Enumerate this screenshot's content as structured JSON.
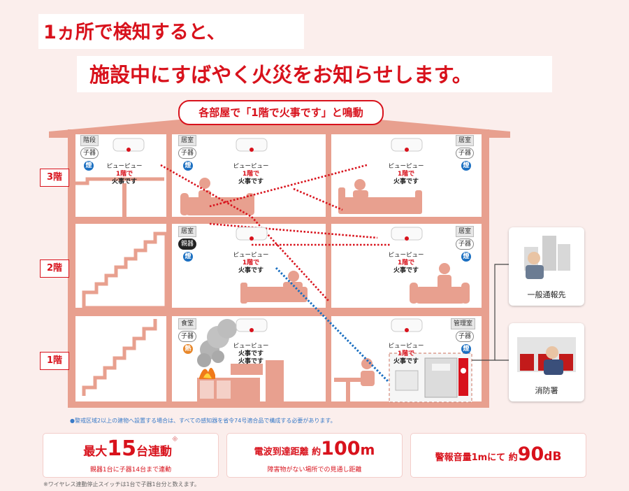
{
  "headline": {
    "line1": "1ヵ所で検知すると、",
    "line2": "施設中にすばやく火災をお知らせします。"
  },
  "banner": "各部屋で「1階で火事です」と鳴動",
  "floors": [
    "3階",
    "2階",
    "1階"
  ],
  "rooms": [
    {
      "name": "階段",
      "role": "子器",
      "sensor": "煙",
      "sensor_color": "#1a6fc1",
      "sound": "ピューピュー",
      "msg_red": "1階で",
      "msg_rest": "火事です"
    },
    {
      "name": "居室",
      "role": "子器",
      "sensor": "煙",
      "sensor_color": "#1a6fc1",
      "sound": "ピューピュー",
      "msg_red": "1階で",
      "msg_rest": "火事です"
    },
    {
      "name": "居室",
      "role": "子器",
      "sensor": "煙",
      "sensor_color": "#1a6fc1",
      "sound": "ピューピュー",
      "msg_red": "1階で",
      "msg_rest": "火事です"
    },
    {
      "name": "居室",
      "role": "親器",
      "sensor": "煙",
      "sensor_color": "#1a6fc1",
      "sound": "ピューピュー",
      "msg_red": "1階で",
      "msg_rest": "火事です"
    },
    {
      "name": "居室",
      "role": "子器",
      "sensor": "煙",
      "sensor_color": "#1a6fc1",
      "sound": "ピューピュー",
      "msg_red": "1階で",
      "msg_rest": "火事です"
    },
    {
      "name": "食堂",
      "role": "子器",
      "sensor": "熱",
      "sensor_color": "#e8872a",
      "sound": "ピューピュー",
      "msg_red": "",
      "msg_rest": "火事です"
    },
    {
      "name": "管理室",
      "role": "子器",
      "sensor": "煙",
      "sensor_color": "#1a6fc1",
      "sound": "ピューピュー",
      "msg_red": "1階で",
      "msg_rest": "火事です"
    }
  ],
  "kitchen_msg_line1": "火事です",
  "destinations": [
    {
      "label": "一般通報先"
    },
    {
      "label": "消防署"
    }
  ],
  "note_main": "●警戒区域2以上の建物へ設置する場合は、すべての感知器を省令74号適合品で構成する必要があります。",
  "specs": [
    {
      "prefix": "最大",
      "number": "15",
      "suffix": "台連動",
      "mark": "※",
      "sub": "親器1台に子器14台まで連動"
    },
    {
      "prefix": "電波到達距離 約",
      "number": "100",
      "suffix": "m",
      "mark": "",
      "sub": "障害物がない場所での見通し距離"
    },
    {
      "prefix": "警報音量1mにて 約",
      "number": "90",
      "suffix": "dB",
      "mark": "",
      "sub": ""
    }
  ],
  "note_bottom": "※ワイヤレス連動停止スイッチは1台で子器1台分と数えます。",
  "colors": {
    "accent": "#d8121c",
    "wall": "#e8a08f",
    "blue": "#1a6fc1"
  }
}
